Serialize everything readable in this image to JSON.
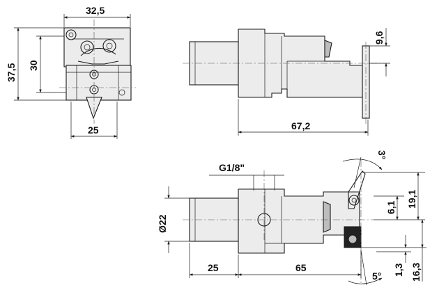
{
  "dimensions": {
    "front_width": "32,5",
    "front_height": "37,5",
    "front_inner_height": "30",
    "front_bottom_width": "25",
    "side_offset": "9,6",
    "side_length": "67,2",
    "thread": "G1/8\"",
    "shank_diameter": "Ø22",
    "angle_top": "3°",
    "height_6_1": "6,1",
    "height_19_1": "19,1",
    "shank_length": "25",
    "body_length": "65",
    "angle_bottom": "5°",
    "height_1_3": "1,3",
    "height_16_3": "16,3"
  }
}
